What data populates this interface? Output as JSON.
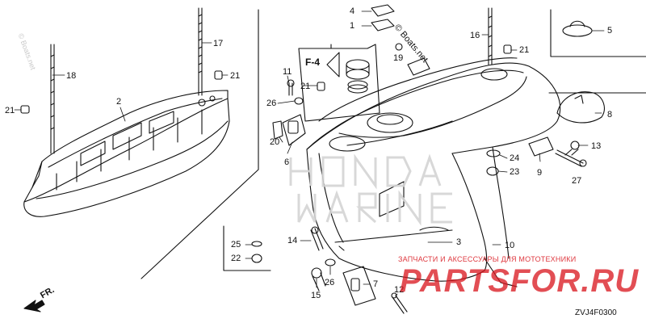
{
  "diagram": {
    "code": "ZVJ4F0300",
    "direction_label": "FR.",
    "figure_ref": "F-4",
    "callouts": [
      "1",
      "2",
      "3",
      "4",
      "5",
      "6",
      "7",
      "8",
      "9",
      "10",
      "11",
      "12",
      "13",
      "14",
      "15",
      "16",
      "17",
      "18",
      "20",
      "21",
      "22",
      "23",
      "24",
      "25",
      "26",
      "27"
    ],
    "watermarks": {
      "boats_top": "© Boats.net",
      "boats_side": "© Boats.net"
    }
  },
  "brand": {
    "name": "PARTSFOR.RU",
    "tagline": "ЗАПЧАСТИ И АКСЕССУАРЫ ДЛЯ МОТОТЕХНИКИ",
    "accent_color": "#d9141c"
  }
}
